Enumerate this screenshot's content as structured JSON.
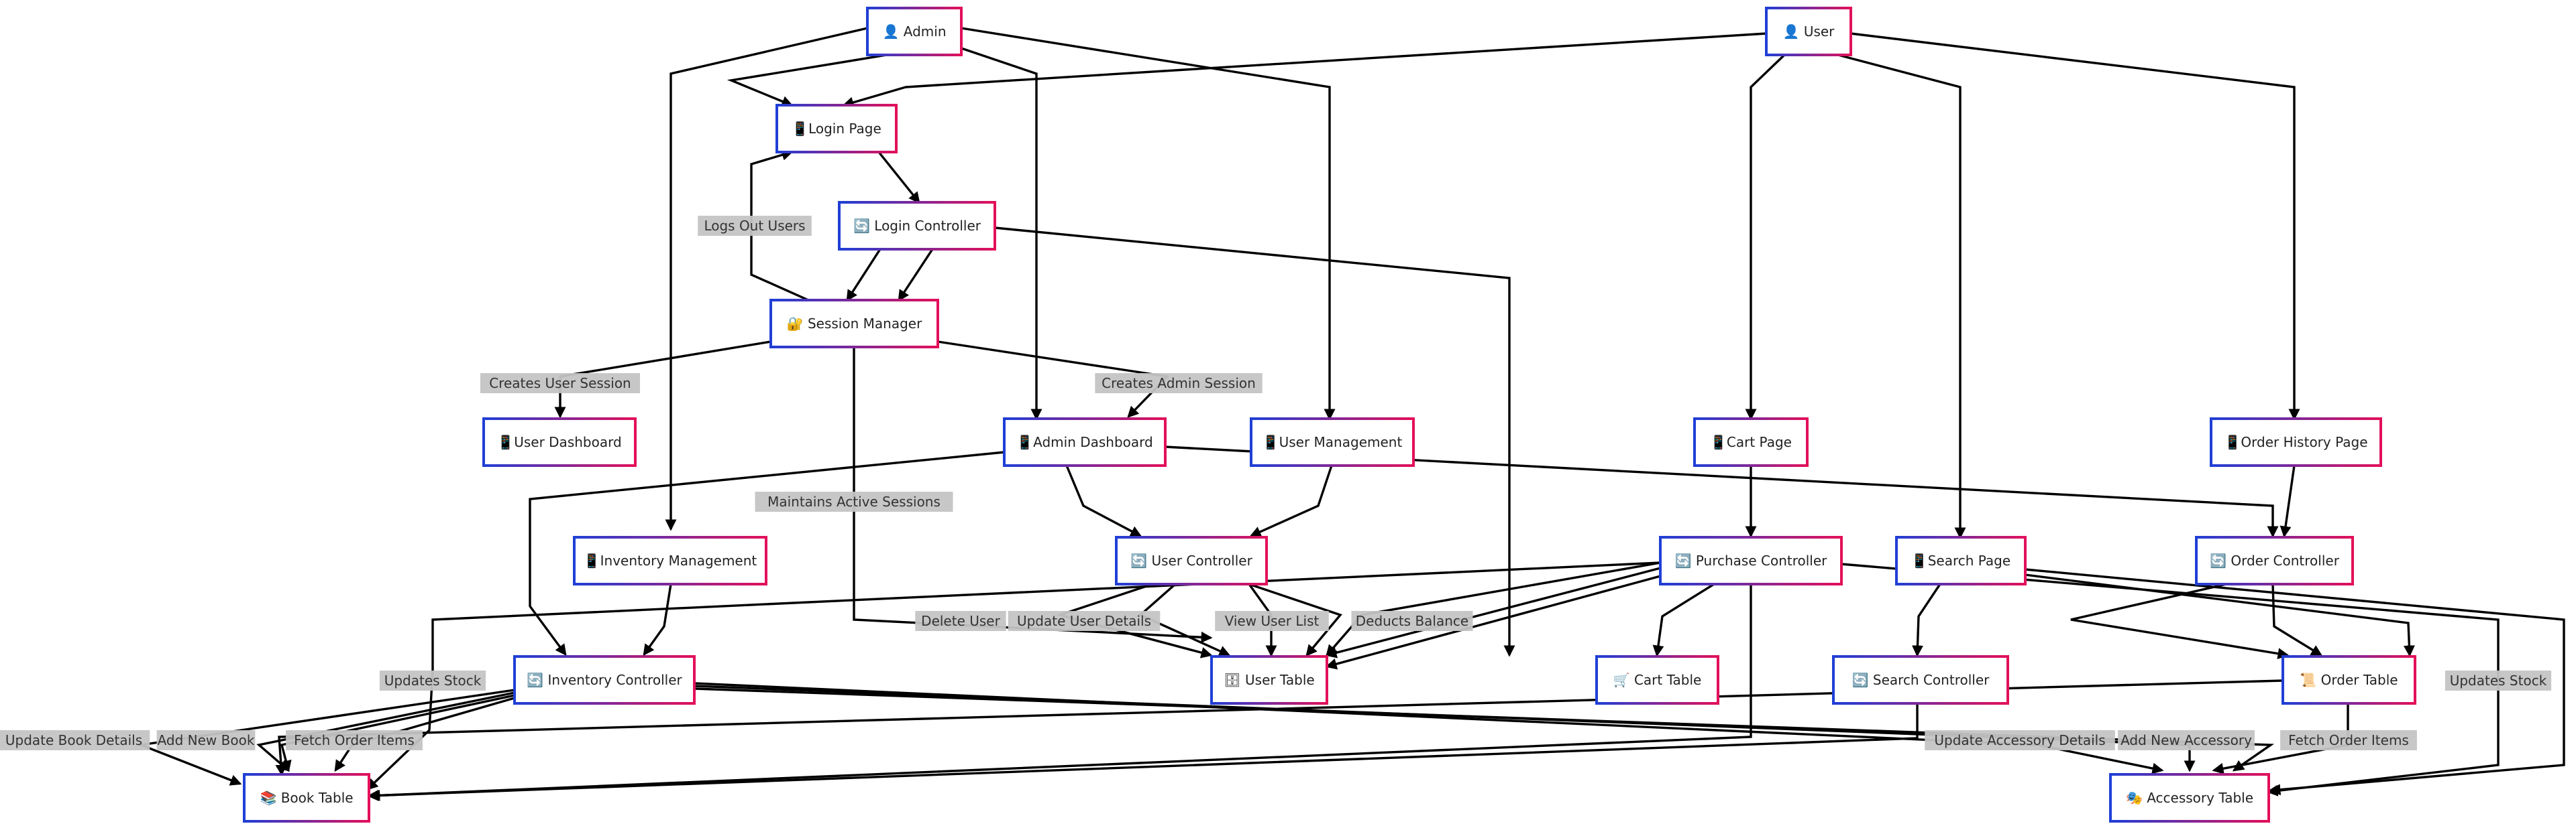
{
  "diagram": {
    "nodes": [
      {
        "id": "admin",
        "label": "👤 Admin"
      },
      {
        "id": "user",
        "label": "👤 User"
      },
      {
        "id": "login_page",
        "label": "📱Login Page"
      },
      {
        "id": "login_controller",
        "label": "🔄 Login Controller"
      },
      {
        "id": "session_manager",
        "label": "🔐 Session Manager"
      },
      {
        "id": "user_dashboard",
        "label": "📱User Dashboard"
      },
      {
        "id": "admin_dashboard",
        "label": "📱Admin Dashboard"
      },
      {
        "id": "user_management",
        "label": "📱User Management"
      },
      {
        "id": "cart_page",
        "label": "📱Cart Page"
      },
      {
        "id": "order_history_page",
        "label": "📱Order History Page"
      },
      {
        "id": "inventory_management",
        "label": "📱Inventory Management"
      },
      {
        "id": "user_controller",
        "label": "🔄 User Controller"
      },
      {
        "id": "purchase_controller",
        "label": "🔄 Purchase Controller"
      },
      {
        "id": "search_page",
        "label": "📱Search Page"
      },
      {
        "id": "order_controller",
        "label": "🔄 Order Controller"
      },
      {
        "id": "inventory_controller",
        "label": "🔄 Inventory Controller"
      },
      {
        "id": "user_table",
        "label": "🗄 User Table"
      },
      {
        "id": "cart_table",
        "label": "🛒 Cart Table"
      },
      {
        "id": "search_controller",
        "label": "🔄 Search Controller"
      },
      {
        "id": "order_table",
        "label": "📜 Order Table"
      },
      {
        "id": "book_table",
        "label": "📚 Book Table"
      },
      {
        "id": "accessory_table",
        "label": "🎭 Accessory Table"
      }
    ],
    "edge_labels": [
      {
        "id": "logs_out",
        "text": "Logs Out Users"
      },
      {
        "id": "creates_user_session",
        "text": "Creates User Session"
      },
      {
        "id": "creates_admin_session",
        "text": "Creates Admin Session"
      },
      {
        "id": "maintains_sessions",
        "text": "Maintains Active Sessions"
      },
      {
        "id": "delete_user",
        "text": "Delete User"
      },
      {
        "id": "update_user_details",
        "text": "Update User Details"
      },
      {
        "id": "view_user_list",
        "text": "View User List"
      },
      {
        "id": "deducts_balance",
        "text": "Deducts Balance"
      },
      {
        "id": "updates_stock_left",
        "text": "Updates Stock"
      },
      {
        "id": "updates_stock_right",
        "text": "Updates Stock"
      },
      {
        "id": "update_book_details",
        "text": "Update Book Details"
      },
      {
        "id": "add_new_book",
        "text": "Add New Book"
      },
      {
        "id": "fetch_order_items_left",
        "text": "Fetch Order Items"
      },
      {
        "id": "update_accessory_details",
        "text": "Update Accessory Details"
      },
      {
        "id": "add_new_accessory",
        "text": "Add New Accessory"
      },
      {
        "id": "fetch_order_items_right",
        "text": "Fetch Order Items"
      }
    ],
    "colors": {
      "node_fill": "#ffffff",
      "border_blue": "#1f3fd6",
      "border_pink": "#e3105a",
      "edge": "#000000",
      "label_bg": "#c4c4c4"
    }
  }
}
